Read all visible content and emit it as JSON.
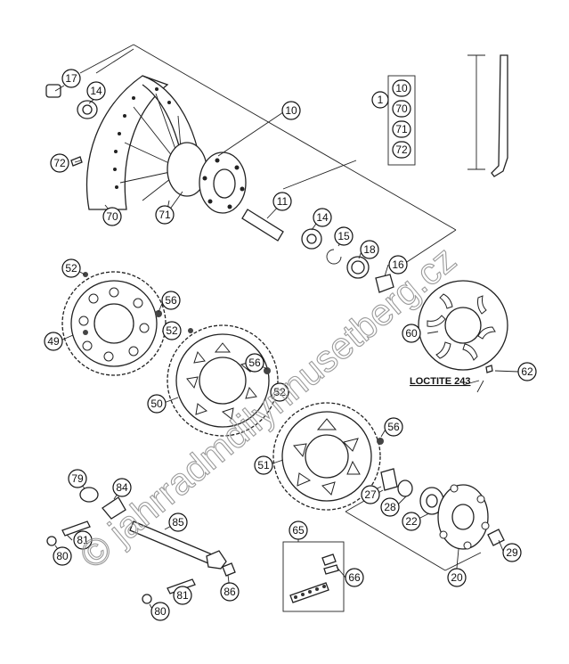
{
  "watermark": "© jahrradmdilynnusetberg.cz",
  "legend": {
    "ref": "1",
    "items": [
      "10",
      "70",
      "71",
      "72"
    ]
  },
  "note": "LOCTITE 243",
  "callouts": {
    "c17": "17",
    "c14a": "14",
    "c10": "10",
    "c72": "72",
    "c71": "71",
    "c70": "70",
    "c11": "11",
    "c14b": "14",
    "c15": "15",
    "c18": "18",
    "c16": "16",
    "c52a": "52",
    "c56a": "56",
    "c52b": "52",
    "c49": "49",
    "c56b": "56",
    "c52c": "52",
    "c50": "50",
    "c60": "60",
    "c62": "62",
    "c56c": "56",
    "c51": "51",
    "c79": "79",
    "c84": "84",
    "c85": "85",
    "c81a": "81",
    "c80a": "80",
    "c81b": "81",
    "c80b": "80",
    "c86": "86",
    "c65": "65",
    "c66": "66",
    "c27": "27",
    "c28": "28",
    "c22": "22",
    "c29": "29",
    "c20": "20"
  }
}
